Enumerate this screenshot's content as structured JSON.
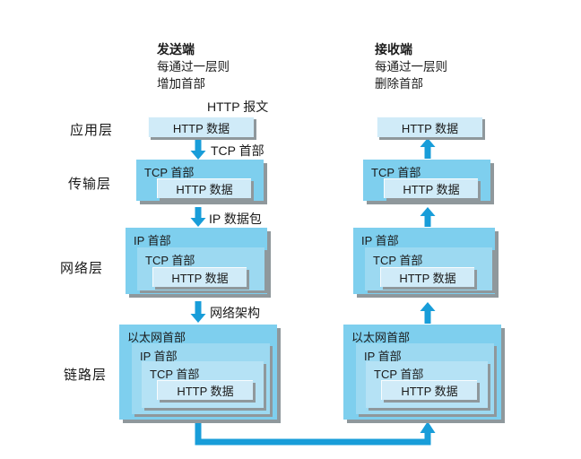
{
  "sender": {
    "title": "发送端",
    "subtitle_line1": "每通过一层则",
    "subtitle_line2": "增加首部"
  },
  "receiver": {
    "title": "接收端",
    "subtitle_line1": "每通过一层则",
    "subtitle_line2": "删除首部"
  },
  "layers": [
    "应用层",
    "传输层",
    "网络层",
    "链路层"
  ],
  "labels": {
    "http_message": "HTTP 报文",
    "http_data": "HTTP 数据",
    "tcp_header": "TCP 首部",
    "ip_header": "IP 首部",
    "ethernet_header": "以太网首部",
    "ip_packet": "IP 数据包",
    "network_frame": "网络架构"
  },
  "colors": {
    "box-outer": "#7ecfee",
    "box-mid1": "#9cd9f1",
    "box-mid2": "#b5e2f5",
    "box-light": "#d0ebf8",
    "box-shadow": "#8f989c",
    "arrow": "#189dd9",
    "text": "#1a1a1a"
  }
}
